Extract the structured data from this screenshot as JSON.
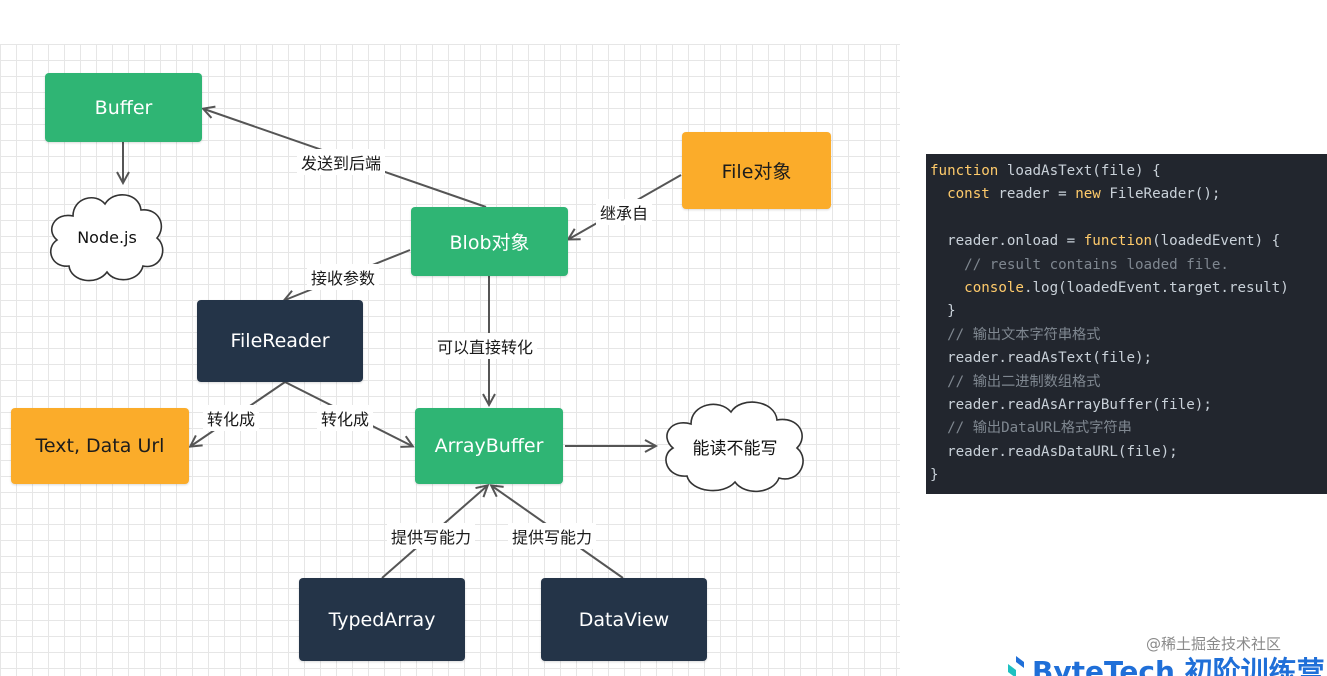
{
  "nodes": {
    "buffer": "Buffer",
    "nodejs": "Node.js",
    "file": "File对象",
    "blob": "Blob对象",
    "filereader": "FileReader",
    "text_dataurl": "Text, Data Url",
    "arraybuffer": "ArrayBuffer",
    "readonly": "能读不能写",
    "typedarray": "TypedArray",
    "dataview": "DataView"
  },
  "edge_labels": {
    "send_backend": "发送到后端",
    "inherit": "继承自",
    "receive_param": "接收参数",
    "direct_convert": "可以直接转化",
    "convert_text": "转化成",
    "convert_ab": "转化成",
    "write_typed": "提供写能力",
    "write_dataview": "提供写能力"
  },
  "colors": {
    "green": "#2fb574",
    "navy": "#243448",
    "orange": "#fbac2a",
    "code_bg": "#22262e",
    "keyword": "#ffcb6b",
    "brand": "#1f6fd8"
  },
  "code": [
    {
      "k": "function",
      "p": " loadAsText(file) {"
    },
    {
      "k": "  const",
      "p": " reader = ",
      "k2": "new",
      "p2": " FileReader();"
    },
    {
      "p": ""
    },
    {
      "p": "  reader.onload = ",
      "k": "function",
      "p2": "(loadedEvent) {"
    },
    {
      "c": "    // result contains loaded file."
    },
    {
      "k": "    console",
      "p": ".log(loadedEvent.target.result)"
    },
    {
      "p": "  }"
    },
    {
      "c": "  // 输出文本字符串格式"
    },
    {
      "p": "  reader.readAsText(file);"
    },
    {
      "c": "  // 输出二进制数组格式"
    },
    {
      "p": "  reader.readAsArrayBuffer(file);"
    },
    {
      "c": "  // 输出DataURL格式字符串"
    },
    {
      "p": "  reader.readAsDataURL(file);"
    },
    {
      "p": "}"
    }
  ],
  "watermark": "@稀土掘金技术社区",
  "brand": "ByteTech 初阶训练营"
}
